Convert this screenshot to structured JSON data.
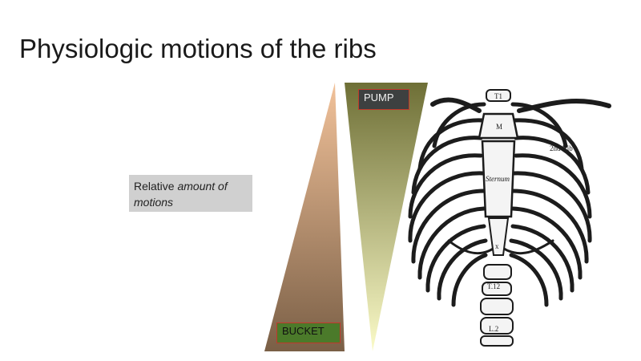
{
  "slide": {
    "title": "Physiologic motions of the ribs"
  },
  "note": {
    "prefix": "Relative ",
    "emphasis": "amount of motions"
  },
  "triangles": {
    "bucket": {
      "label": "BUCKET",
      "fill_top": "#f2c29a",
      "fill_bottom": "#7a5f46"
    },
    "pump": {
      "label": "PUMP",
      "fill_top": "#6e6f36",
      "fill_bottom": "#fbfbc8"
    }
  },
  "ribcage": {
    "labels": {
      "t1": "T1",
      "manubrium": "M",
      "second_rib": "2nd Rib",
      "sternum": "Sternum",
      "xiphoid": "x",
      "t12": "T.12",
      "l2": "L.2"
    },
    "ink_color": "#1c1c1c"
  }
}
